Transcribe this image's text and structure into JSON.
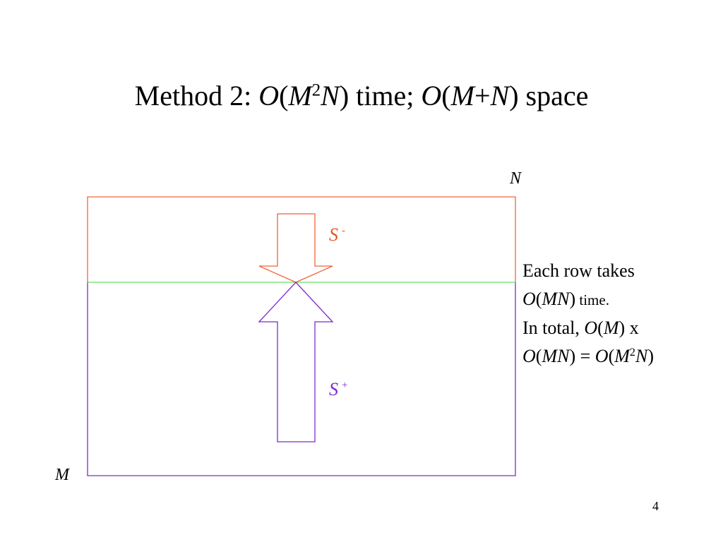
{
  "title": {
    "prefix": "Method 2: ",
    "time_o": "O",
    "time_open": "(",
    "time_m": "M",
    "time_exp": "2",
    "time_n": "N",
    "time_close": ")",
    "time_word": " time; ",
    "space_o": "O",
    "space_open": "(",
    "space_m": "M",
    "space_plus": "+",
    "space_n": "N",
    "space_close": ")",
    "space_word": " space"
  },
  "diagram": {
    "corner_top_right": "N",
    "corner_bottom_left": "M",
    "s_minus": {
      "letter": "S",
      "sign": "-"
    },
    "s_plus": {
      "letter": "S",
      "sign": "+"
    },
    "colors": {
      "top_region": "#f0643a",
      "bottom_region": "#7a2ccc",
      "divider": "#66dd66",
      "s_minus": "#e8532a",
      "s_plus": "#7a2ccc"
    }
  },
  "note": {
    "line1": "Each row takes",
    "l2_o": "O",
    "l2_open": "(",
    "l2_mn": "MN",
    "l2_close": ")",
    "l2_time": " time.",
    "l3_text": "In total, ",
    "l3_o": "O",
    "l3_open": "(",
    "l3_m": "M",
    "l3_close": ") x",
    "l4_o": "O",
    "l4_open": "(",
    "l4_mn": "MN",
    "l4_close_eq": ") = ",
    "l4_o2": "O",
    "l4_open2": "(",
    "l4_m": "M",
    "l4_exp": "2",
    "l4_n": "N",
    "l4_close2": ")"
  },
  "page_number": "4"
}
